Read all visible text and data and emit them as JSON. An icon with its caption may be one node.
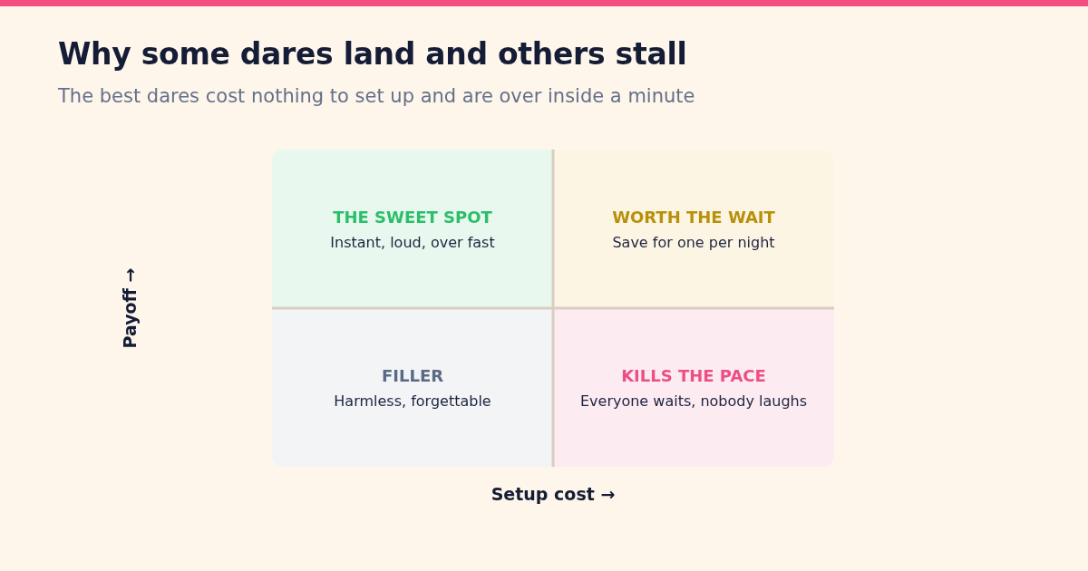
{
  "diagram": {
    "title": "Why some dares land and others stall",
    "nodes": [
      {
        "text": [
          "THE SWEET SPOT",
          "Instant, loud, over fast"
        ]
      },
      {
        "text": [
          "WORTH THE WAIT",
          "Save for one per night"
        ]
      },
      {
        "text": [
          "FILLER",
          "Harmless, forgettable"
        ]
      },
      {
        "text": [
          "KILLS THE PACE",
          "Everyone waits, nobody laughs"
        ]
      }
    ],
    "labels": [
      "The best dares cost nothing to set up and are over inside a minute",
      "Payoff →",
      "Setup cost →"
    ]
  }
}
